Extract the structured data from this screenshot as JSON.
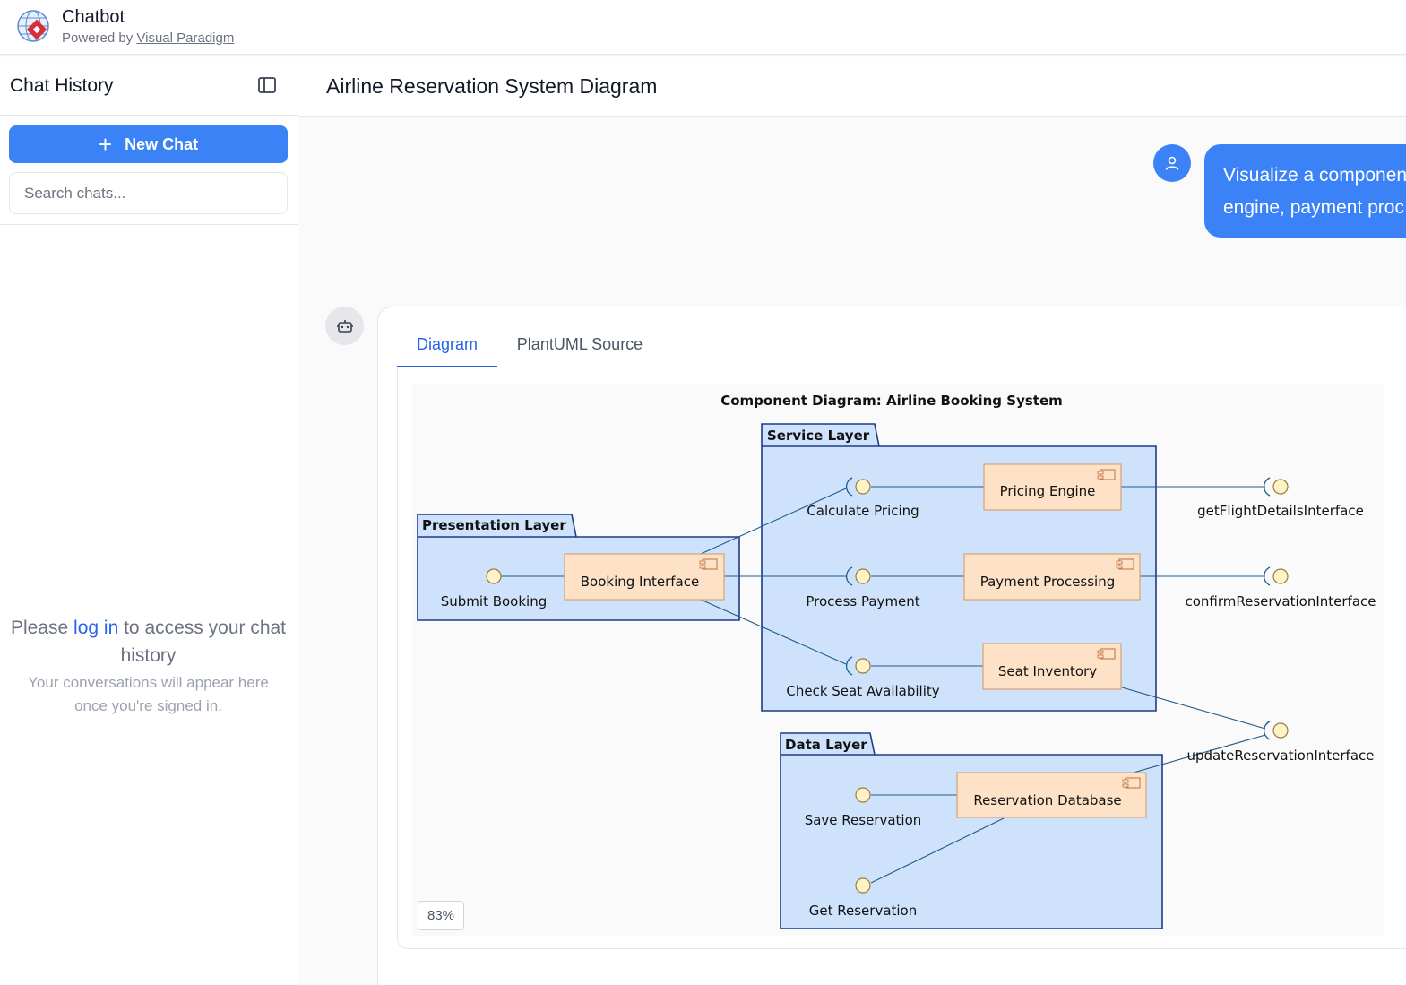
{
  "header": {
    "title": "Chatbot",
    "powered_prefix": "Powered by",
    "powered_link": "Visual Paradigm"
  },
  "sidebar": {
    "title": "Chat History",
    "new_chat_label": "New Chat",
    "search_placeholder": "Search chats...",
    "login_prefix": "Please",
    "login_link": "log in",
    "login_suffix": "to access your chat history",
    "login_hint": "Your conversations will appear here once you're signed in."
  },
  "main": {
    "title": "Airline Reservation System Diagram",
    "user_message_line1": "Visualize a component",
    "user_message_line2": "engine, payment proc",
    "tabs": [
      {
        "label": "Diagram",
        "active": true
      },
      {
        "label": "PlantUML Source",
        "active": false
      }
    ],
    "zoom": "83%"
  },
  "diagram": {
    "title": "Component Diagram: Airline Booking System",
    "packages": {
      "presentation": "Presentation Layer",
      "service": "Service Layer",
      "data": "Data Layer"
    },
    "components": {
      "booking": "Booking Interface",
      "pricing": "Pricing Engine",
      "payment": "Payment Processing",
      "seat": "Seat Inventory",
      "database": "Reservation Database"
    },
    "interfaces": {
      "submit": "Submit Booking",
      "calc": "Calculate Pricing",
      "process": "Process Payment",
      "check": "Check Seat Availability",
      "save": "Save Reservation",
      "get": "Get Reservation",
      "flight": "getFlightDetailsInterface",
      "confirm": "confirmReservationInterface",
      "update": "updateReservationInterface"
    }
  },
  "colors": {
    "accent": "#3b82f6",
    "package_fill": "#cfe2fb",
    "component_fill": "#fde2c8"
  }
}
